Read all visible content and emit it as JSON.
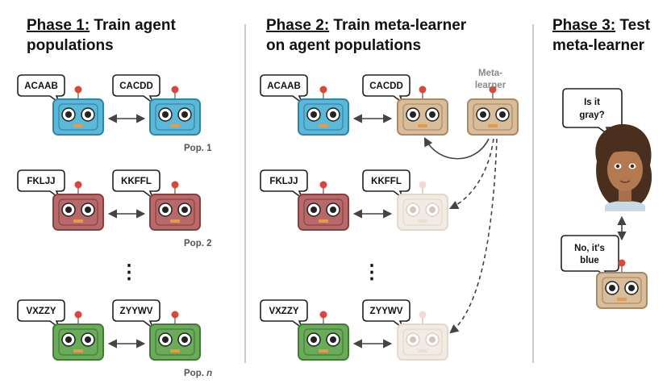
{
  "phases": [
    {
      "label": "Phase 1:",
      "title_lines": [
        " Train agent",
        "populations"
      ]
    },
    {
      "label": "Phase 2:",
      "title_lines": [
        " Train meta-learner",
        "on agent populations"
      ]
    },
    {
      "label": "Phase 3:",
      "title_lines": [
        " Test",
        "meta-learner"
      ]
    }
  ],
  "populations": [
    {
      "label_prefix": "Pop. ",
      "label_index": "1",
      "words": [
        "ACAAB",
        "CACDD"
      ],
      "color": "#5bb8d8",
      "dark": "#2f85a8"
    },
    {
      "label_prefix": "Pop. ",
      "label_index": "2",
      "words": [
        "FKLJJ",
        "KKFFL"
      ],
      "color": "#b86a6a",
      "dark": "#8a3f3f"
    },
    {
      "label_prefix": "Pop. ",
      "label_index": "n",
      "words": [
        "VXZZY",
        "ZYYWV"
      ],
      "color": "#6aab5a",
      "dark": "#427a36"
    }
  ],
  "ellipsis": "⋮",
  "meta_learner": {
    "label_lines": [
      "Meta-",
      "learner"
    ],
    "color": "#d9bd9a",
    "dark": "#a88a66"
  },
  "phase3": {
    "question_lines": [
      "Is it",
      "gray?"
    ],
    "answer_lines": [
      "No, it's",
      "blue"
    ]
  },
  "colors": {
    "accent_dot": "#d9473a",
    "faded": "#f1ebe4",
    "faded_dark": "#e3d8cc",
    "divider": "#bbbbbb",
    "arrow": "#444444"
  }
}
